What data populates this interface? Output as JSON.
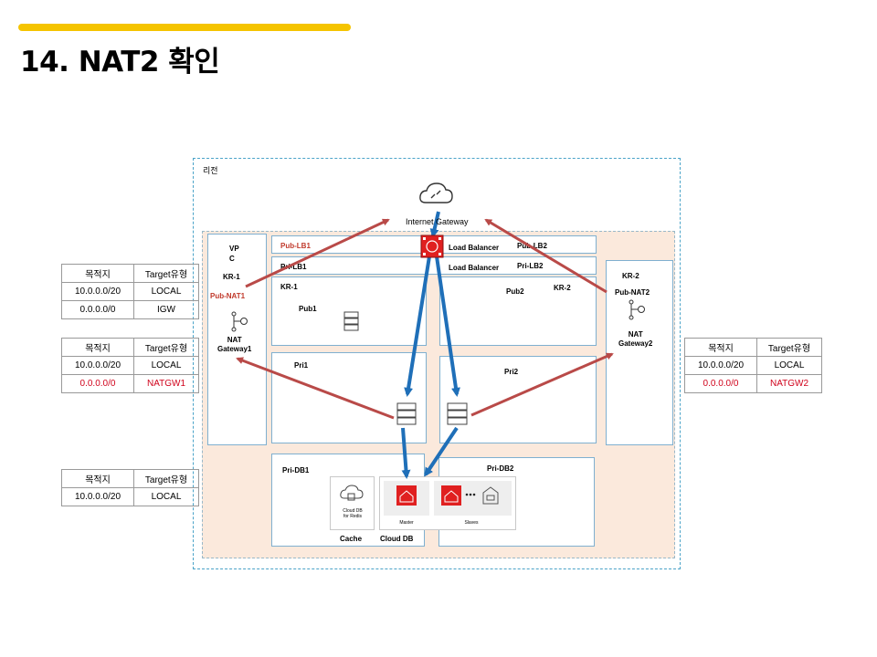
{
  "title": "14. NAT2 확인",
  "region_label": "리전",
  "vpc_label": "VP\nC",
  "igw_label": "Internet Gateway",
  "labels": {
    "kr1_left": "KR-1",
    "pub_nat1": "Pub-NAT1",
    "nat_gw1": "NAT\nGateway1",
    "pub_lb1": "Pub-LB1",
    "pri_lb1": "Pri-LB1",
    "load_balancer_1": "Load Balancer",
    "load_balancer_2": "Load Balancer",
    "pub_lb2": "Pub-LB2",
    "pri_lb2": "Pri-LB2",
    "kr1_inner": "KR-1",
    "pub1": "Pub1",
    "pub2": "Pub2",
    "kr2_inner": "KR-2",
    "pri1": "Pri1",
    "pri2": "Pri2",
    "kr2_right": "KR-2",
    "pub_nat2": "Pub-NAT2",
    "nat_gw2": "NAT\nGateway2",
    "pri_db1": "Pri-DB1",
    "pri_db2": "Pri-DB2",
    "cloud_db_redis": "Cloud DB\nfor Redis",
    "master": "Master",
    "slaves": "Slaves",
    "cache": "Cache",
    "cloud_db": "Cloud DB"
  },
  "tables": {
    "public": {
      "header": [
        "목적지",
        "Target유형"
      ],
      "rows": [
        [
          "10.0.0.0/20",
          "LOCAL"
        ],
        [
          "0.0.0.0/0",
          "IGW"
        ]
      ]
    },
    "private1": {
      "header": [
        "목적지",
        "Target유형"
      ],
      "rows": [
        [
          "10.0.0.0/20",
          "LOCAL"
        ],
        [
          "0.0.0.0/0",
          "NATGW1"
        ]
      ]
    },
    "db": {
      "header": [
        "목적지",
        "Target유형"
      ],
      "rows": [
        [
          "10.0.0.0/20",
          "LOCAL"
        ]
      ]
    },
    "private2": {
      "header": [
        "목적지",
        "Target유형"
      ],
      "rows": [
        [
          "10.0.0.0/20",
          "LOCAL"
        ],
        [
          "0.0.0.0/0",
          "NATGW2"
        ]
      ]
    }
  },
  "colors": {
    "accent": "#f5c400",
    "nat_route": "#b94a48",
    "lb_route": "#1f6fb8",
    "lb_icon": "#e02020",
    "route_highlight": "#d0021b"
  },
  "icons": [
    "cloud-icon",
    "nat-gateway-icon",
    "load-balancer-icon",
    "server-icon",
    "redis-icon",
    "database-icon"
  ]
}
